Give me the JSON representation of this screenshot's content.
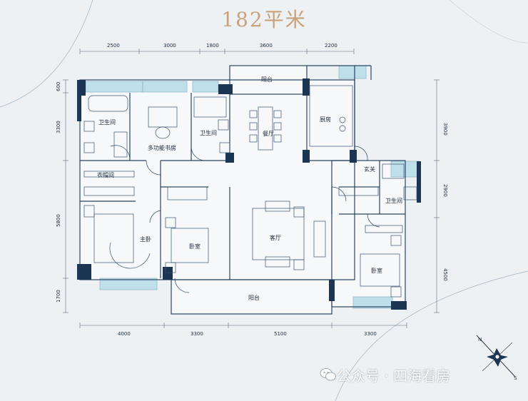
{
  "title": "182平米",
  "dimensions": {
    "top": [
      "2500",
      "3000",
      "1800",
      "3600",
      "2200"
    ],
    "bottom": [
      "4000",
      "3300",
      "5100",
      "3300"
    ],
    "left": [
      "600",
      "3300",
      "5800",
      "1700"
    ],
    "right": [
      "3900",
      "2900",
      "4500"
    ]
  },
  "rooms": {
    "balcony_top": "阳台",
    "bathroom_1": "卫生间",
    "study": "多功能书房",
    "bathroom_2": "卫生间",
    "dining": "餐厅",
    "kitchen": "厨房",
    "entrance": "玄关",
    "closet": "衣帽间",
    "bathroom_3": "卫生间",
    "master": "主卧",
    "bedroom_1": "卧室",
    "living": "客厅",
    "bedroom_2": "卧室",
    "balcony_bottom": "阳台"
  },
  "compass": {
    "n": "N",
    "s": "S"
  },
  "watermark": "公众号 · 四海看房",
  "colors": {
    "wall": "#1c3552",
    "window": "#bfe0ea",
    "accent": "#c9a17a",
    "background": "#eef1f4"
  }
}
